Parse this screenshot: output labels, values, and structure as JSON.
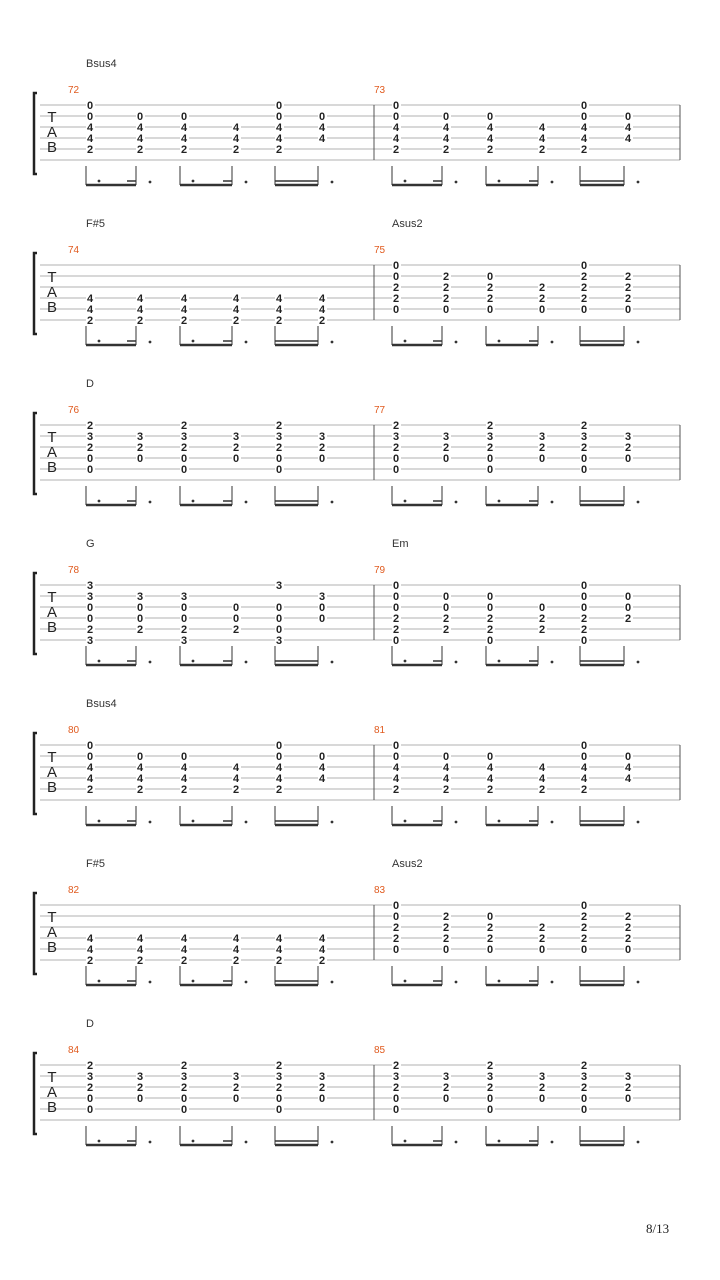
{
  "page_number": "8/13",
  "tab_label": [
    "T",
    "A",
    "B"
  ],
  "colors": {
    "measure_number": "#e05a1e",
    "staff_line": "#b0b0b0",
    "text": "#222222"
  },
  "systems": [
    {
      "left_chord": "Bsus4",
      "right_chord": "",
      "measures": [
        {
          "number": "72",
          "beats": [
            [
              "0",
              "0",
              "4",
              "4",
              "2",
              ""
            ],
            [
              "",
              "0",
              "4",
              "4",
              "2",
              ""
            ],
            [
              "",
              "0",
              "4",
              "4",
              "2",
              ""
            ],
            [
              "",
              "",
              "4",
              "4",
              "2",
              ""
            ],
            [
              "0",
              "0",
              "4",
              "4",
              "2",
              ""
            ],
            [
              "",
              "0",
              "4",
              "4",
              "",
              ""
            ]
          ]
        },
        {
          "number": "73",
          "beats": [
            [
              "0",
              "0",
              "4",
              "4",
              "2",
              ""
            ],
            [
              "",
              "0",
              "4",
              "4",
              "2",
              ""
            ],
            [
              "",
              "0",
              "4",
              "4",
              "2",
              ""
            ],
            [
              "",
              "",
              "4",
              "4",
              "2",
              ""
            ],
            [
              "0",
              "0",
              "4",
              "4",
              "2",
              ""
            ],
            [
              "",
              "0",
              "4",
              "4",
              "",
              ""
            ]
          ]
        }
      ]
    },
    {
      "left_chord": "F#5",
      "right_chord": "Asus2",
      "measures": [
        {
          "number": "74",
          "beats": [
            [
              "",
              "",
              "",
              "4",
              "4",
              "2"
            ],
            [
              "",
              "",
              "",
              "4",
              "4",
              "2"
            ],
            [
              "",
              "",
              "",
              "4",
              "4",
              "2"
            ],
            [
              "",
              "",
              "",
              "4",
              "4",
              "2"
            ],
            [
              "",
              "",
              "",
              "4",
              "4",
              "2"
            ],
            [
              "",
              "",
              "",
              "4",
              "4",
              "2"
            ]
          ]
        },
        {
          "number": "75",
          "beats": [
            [
              "0",
              "0",
              "2",
              "2",
              "0",
              ""
            ],
            [
              "",
              "2",
              "2",
              "2",
              "0",
              ""
            ],
            [
              "",
              "0",
              "2",
              "2",
              "0",
              ""
            ],
            [
              "",
              "",
              "2",
              "2",
              "0",
              ""
            ],
            [
              "0",
              "2",
              "2",
              "2",
              "0",
              ""
            ],
            [
              "",
              "2",
              "2",
              "2",
              "0",
              ""
            ]
          ]
        }
      ]
    },
    {
      "left_chord": "D",
      "right_chord": "",
      "measures": [
        {
          "number": "76",
          "beats": [
            [
              "2",
              "3",
              "2",
              "0",
              "0",
              ""
            ],
            [
              "",
              "3",
              "2",
              "0",
              "",
              ""
            ],
            [
              "2",
              "3",
              "2",
              "0",
              "0",
              ""
            ],
            [
              "",
              "3",
              "2",
              "0",
              "",
              ""
            ],
            [
              "2",
              "3",
              "2",
              "0",
              "0",
              ""
            ],
            [
              "",
              "3",
              "2",
              "0",
              "",
              ""
            ]
          ]
        },
        {
          "number": "77",
          "beats": [
            [
              "2",
              "3",
              "2",
              "0",
              "0",
              ""
            ],
            [
              "",
              "3",
              "2",
              "0",
              "",
              ""
            ],
            [
              "2",
              "3",
              "2",
              "0",
              "0",
              ""
            ],
            [
              "",
              "3",
              "2",
              "0",
              "",
              ""
            ],
            [
              "2",
              "3",
              "2",
              "0",
              "0",
              ""
            ],
            [
              "",
              "3",
              "2",
              "0",
              "",
              ""
            ]
          ]
        }
      ]
    },
    {
      "left_chord": "G",
      "right_chord": "Em",
      "measures": [
        {
          "number": "78",
          "beats": [
            [
              "3",
              "3",
              "0",
              "0",
              "2",
              "3"
            ],
            [
              "",
              "3",
              "0",
              "0",
              "2",
              ""
            ],
            [
              "",
              "3",
              "0",
              "0",
              "2",
              "3"
            ],
            [
              "",
              "",
              "0",
              "0",
              "2",
              ""
            ],
            [
              "3",
              "",
              "0",
              "0",
              "0",
              "3"
            ],
            [
              "",
              "3",
              "0",
              "0",
              "",
              ""
            ]
          ]
        },
        {
          "number": "79",
          "beats": [
            [
              "0",
              "0",
              "0",
              "2",
              "2",
              "0"
            ],
            [
              "",
              "0",
              "0",
              "2",
              "2",
              ""
            ],
            [
              "",
              "0",
              "0",
              "2",
              "2",
              "0"
            ],
            [
              "",
              "",
              "0",
              "2",
              "2",
              ""
            ],
            [
              "0",
              "0",
              "0",
              "2",
              "2",
              "0"
            ],
            [
              "",
              "0",
              "0",
              "2",
              "",
              ""
            ]
          ]
        }
      ]
    },
    {
      "left_chord": "Bsus4",
      "right_chord": "",
      "measures": [
        {
          "number": "80",
          "beats": [
            [
              "0",
              "0",
              "4",
              "4",
              "2",
              ""
            ],
            [
              "",
              "0",
              "4",
              "4",
              "2",
              ""
            ],
            [
              "",
              "0",
              "4",
              "4",
              "2",
              ""
            ],
            [
              "",
              "",
              "4",
              "4",
              "2",
              ""
            ],
            [
              "0",
              "0",
              "4",
              "4",
              "2",
              ""
            ],
            [
              "",
              "0",
              "4",
              "4",
              "",
              ""
            ]
          ]
        },
        {
          "number": "81",
          "beats": [
            [
              "0",
              "0",
              "4",
              "4",
              "2",
              ""
            ],
            [
              "",
              "0",
              "4",
              "4",
              "2",
              ""
            ],
            [
              "",
              "0",
              "4",
              "4",
              "2",
              ""
            ],
            [
              "",
              "",
              "4",
              "4",
              "2",
              ""
            ],
            [
              "0",
              "0",
              "4",
              "4",
              "2",
              ""
            ],
            [
              "",
              "0",
              "4",
              "4",
              "",
              ""
            ]
          ]
        }
      ]
    },
    {
      "left_chord": "F#5",
      "right_chord": "Asus2",
      "measures": [
        {
          "number": "82",
          "beats": [
            [
              "",
              "",
              "",
              "4",
              "4",
              "2"
            ],
            [
              "",
              "",
              "",
              "4",
              "4",
              "2"
            ],
            [
              "",
              "",
              "",
              "4",
              "4",
              "2"
            ],
            [
              "",
              "",
              "",
              "4",
              "4",
              "2"
            ],
            [
              "",
              "",
              "",
              "4",
              "4",
              "2"
            ],
            [
              "",
              "",
              "",
              "4",
              "4",
              "2"
            ]
          ]
        },
        {
          "number": "83",
          "beats": [
            [
              "0",
              "0",
              "2",
              "2",
              "0",
              ""
            ],
            [
              "",
              "2",
              "2",
              "2",
              "0",
              ""
            ],
            [
              "",
              "0",
              "2",
              "2",
              "0",
              ""
            ],
            [
              "",
              "",
              "2",
              "2",
              "0",
              ""
            ],
            [
              "0",
              "2",
              "2",
              "2",
              "0",
              ""
            ],
            [
              "",
              "2",
              "2",
              "2",
              "0",
              ""
            ]
          ]
        }
      ]
    },
    {
      "left_chord": "D",
      "right_chord": "",
      "measures": [
        {
          "number": "84",
          "beats": [
            [
              "2",
              "3",
              "2",
              "0",
              "0",
              ""
            ],
            [
              "",
              "3",
              "2",
              "0",
              "",
              ""
            ],
            [
              "2",
              "3",
              "2",
              "0",
              "0",
              ""
            ],
            [
              "",
              "3",
              "2",
              "0",
              "",
              ""
            ],
            [
              "2",
              "3",
              "2",
              "0",
              "0",
              ""
            ],
            [
              "",
              "3",
              "2",
              "0",
              "",
              ""
            ]
          ]
        },
        {
          "number": "85",
          "beats": [
            [
              "2",
              "3",
              "2",
              "0",
              "0",
              ""
            ],
            [
              "",
              "3",
              "2",
              "0",
              "",
              ""
            ],
            [
              "2",
              "3",
              "2",
              "0",
              "0",
              ""
            ],
            [
              "",
              "3",
              "2",
              "0",
              "",
              ""
            ],
            [
              "2",
              "3",
              "2",
              "0",
              "0",
              ""
            ],
            [
              "",
              "3",
              "2",
              "0",
              "",
              ""
            ]
          ]
        }
      ]
    }
  ]
}
